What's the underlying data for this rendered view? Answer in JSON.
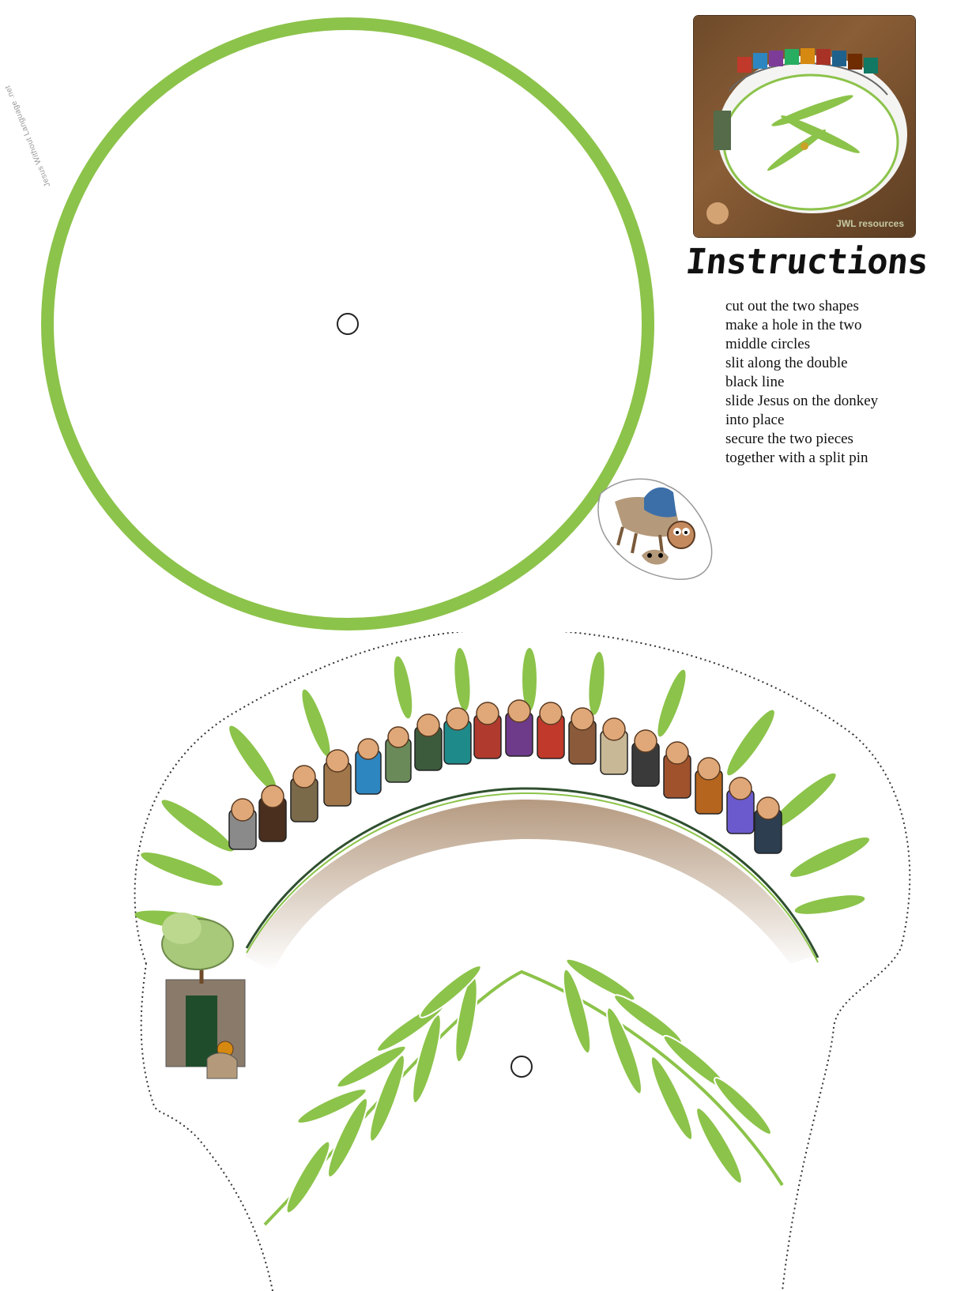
{
  "wheel": {
    "watermark": "Jesus Without Language .net",
    "rim_color": "#8cc34a"
  },
  "photo": {
    "credit": "JWL resources"
  },
  "instructions": {
    "heading": "Instructions",
    "lines": [
      "cut out the two shapes",
      "make a hole in the two",
      "middle circles",
      "slit along the double",
      "black line",
      "slide Jesus on the donkey",
      "into place",
      "secure the two pieces",
      "together with a split pin"
    ]
  },
  "colors": {
    "leaf": "#8cc34a",
    "leaf_dark": "#6fa838",
    "road": "#c4a98f",
    "wood": "#7a5a3a"
  },
  "icons": [
    "donkey-rider-icon",
    "crowd-icon",
    "palm-leaf-icon",
    "tree-icon",
    "split-pin-hole-icon"
  ]
}
